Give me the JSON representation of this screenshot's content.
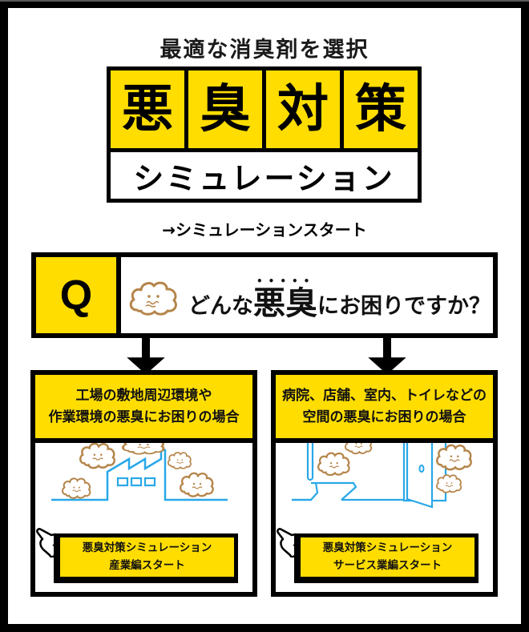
{
  "header": {
    "tagline": "最適な消臭剤を選択",
    "title_chars": [
      "悪",
      "臭",
      "対",
      "策"
    ],
    "subtitle": "シミュレーション",
    "start_link": "→シミュレーションスタート"
  },
  "question": {
    "badge": "Q",
    "icon": "smell-cloud-icon",
    "prefix": "どんな",
    "emphasis": "悪臭",
    "emphasis_dots": "•••••",
    "suffix": "にお困りですか？"
  },
  "cards": [
    {
      "heading_line1": "工場の敷地周辺環境や",
      "heading_line2": "作業環境の悪臭にお困りの場合",
      "illustration": "factory-with-odor-clouds",
      "button_line1": "悪臭対策シミュレーション",
      "button_line2": "産業編スタート"
    },
    {
      "heading_line1": "病院、店舗、室内、トイレなどの",
      "heading_line2": "空間の悪臭にお困りの場合",
      "illustration": "toilet-and-door-with-odor-clouds",
      "button_line1": "悪臭対策シミュレーション",
      "button_line2": "サービス業編スタート"
    }
  ],
  "colors": {
    "accent_yellow": "#ffdd00",
    "border_black": "#000000",
    "line_blue": "#29a8e8",
    "cloud_brown": "#b5854a"
  }
}
